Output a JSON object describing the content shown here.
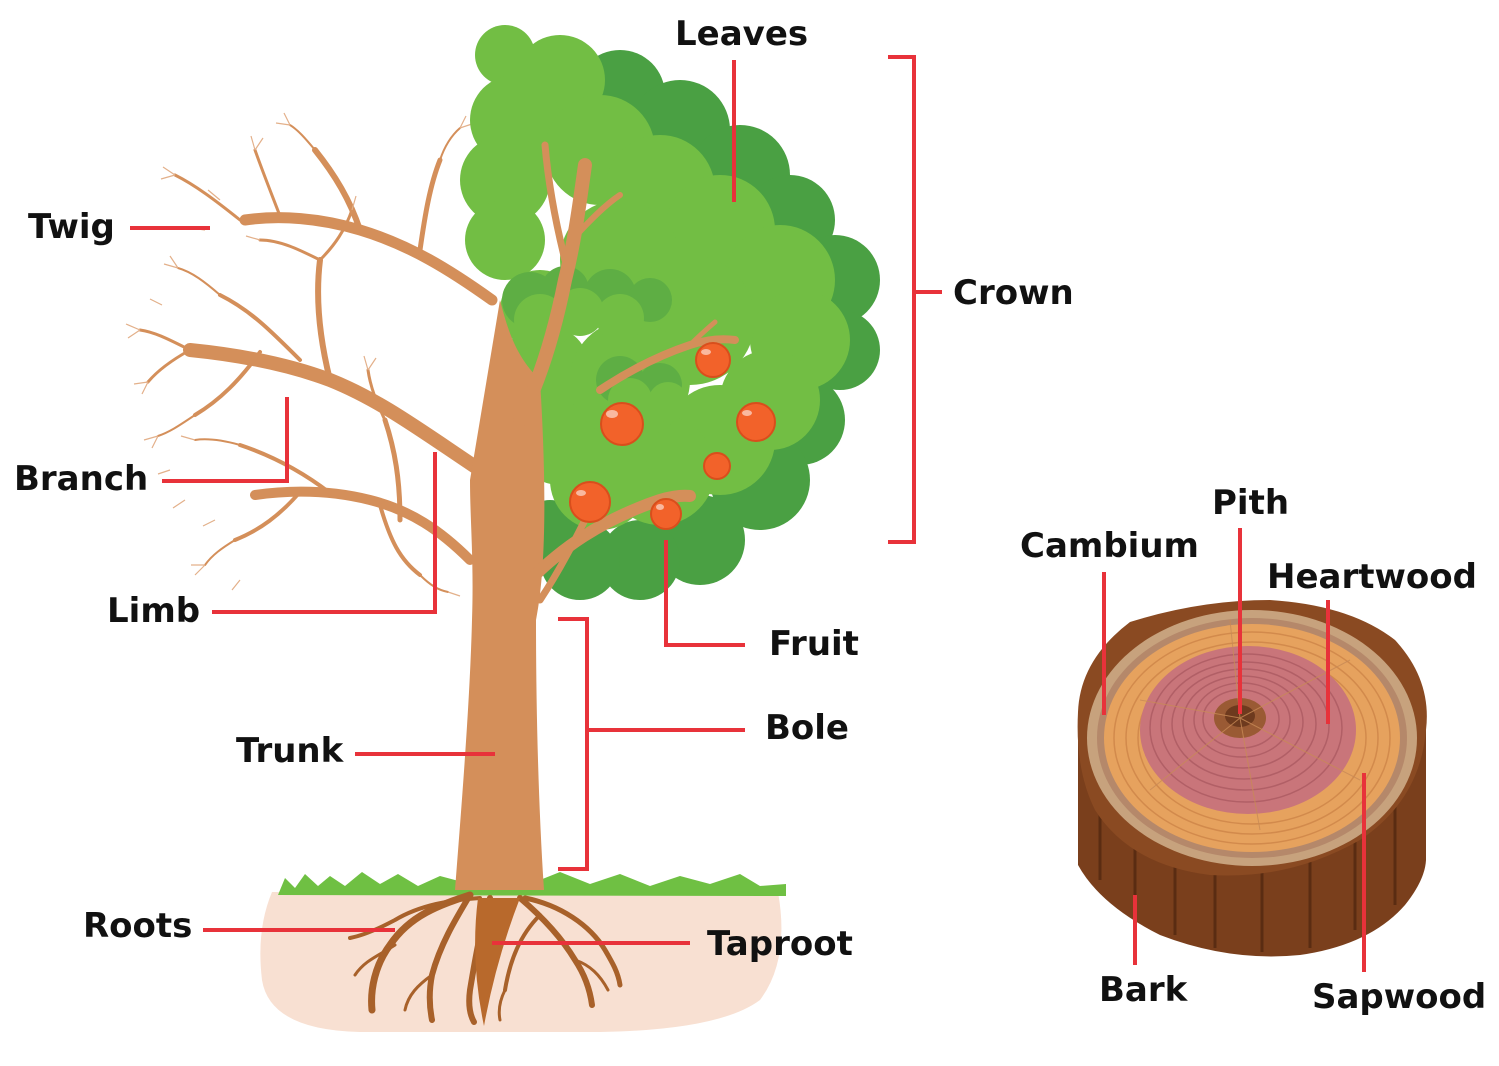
{
  "colors": {
    "leader": "#e8323a",
    "leaf_light": "#72be44",
    "leaf_dark": "#4aa043",
    "wood": "#d48f5a",
    "fruit": "#f2622a",
    "soil": "#f8e0d2",
    "grass": "#6fc043",
    "root": "#a8612a",
    "heartwood": "#c9757a",
    "sapwood": "#e6a25e",
    "bark": "#7a3f1c",
    "pith": "#6e3a1e"
  },
  "labels": {
    "leaves": "Leaves",
    "crown": "Crown",
    "twig": "Twig",
    "branch": "Branch",
    "limb": "Limb",
    "fruit": "Fruit",
    "bole": "Bole",
    "trunk": "Trunk",
    "roots": "Roots",
    "taproot": "Taproot",
    "pith": "Pith",
    "cambium": "Cambium",
    "heartwood": "Heartwood",
    "bark": "Bark",
    "sapwood": "Sapwood"
  }
}
